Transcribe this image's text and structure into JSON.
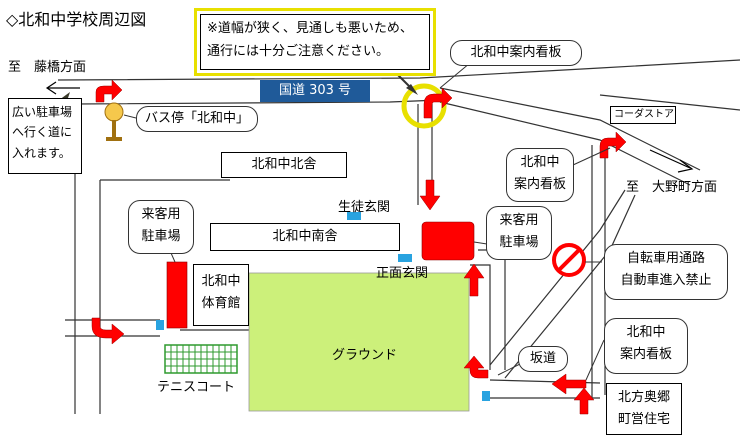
{
  "title": "◇北和中学校周辺図",
  "notice": {
    "line1": "※道幅が狭く、見通しも悪いため、",
    "line2": "通行には十分ご注意ください。"
  },
  "route_label": "国道 303 号",
  "directions": {
    "fujihashi": "至　藤橋方面",
    "onomachi": "至　大野町方面"
  },
  "callouts": {
    "sign_top": "北和中案内看板",
    "sign_right_1": "北和中",
    "sign_right_2": "案内看板",
    "sign_bottom_1": "北和中",
    "sign_bottom_2": "案内看板",
    "bus_stop": "バス停「北和中」",
    "bike_1": "自転車用通路",
    "bike_2": "自動車進入禁止",
    "slope": "坂道",
    "visitor_left_1": "来客用",
    "visitor_left_2": "駐車場",
    "visitor_right_1": "来客用",
    "visitor_right_2": "駐車場"
  },
  "left_note": {
    "line1": "広い駐車場",
    "line2": "へ行く道に",
    "line3": "入れます。"
  },
  "buildings": {
    "north": "北和中北舎",
    "south": "北和中南舎",
    "gym_1": "北和中",
    "gym_2": "体育館",
    "ground": "グラウンド",
    "tennis": "テニスコート",
    "store": "コーダストア",
    "housing_1": "北方奥郷",
    "housing_2": "町営住宅"
  },
  "entrances": {
    "student": "生徒玄関",
    "front": "正面玄関"
  },
  "colors": {
    "route": "#1f5a99",
    "ground": "#ccf07a",
    "parking": "#ff0000",
    "arrow": "#ff0000",
    "highlight": "#e8e000",
    "tennis": "#2e9a2e"
  }
}
